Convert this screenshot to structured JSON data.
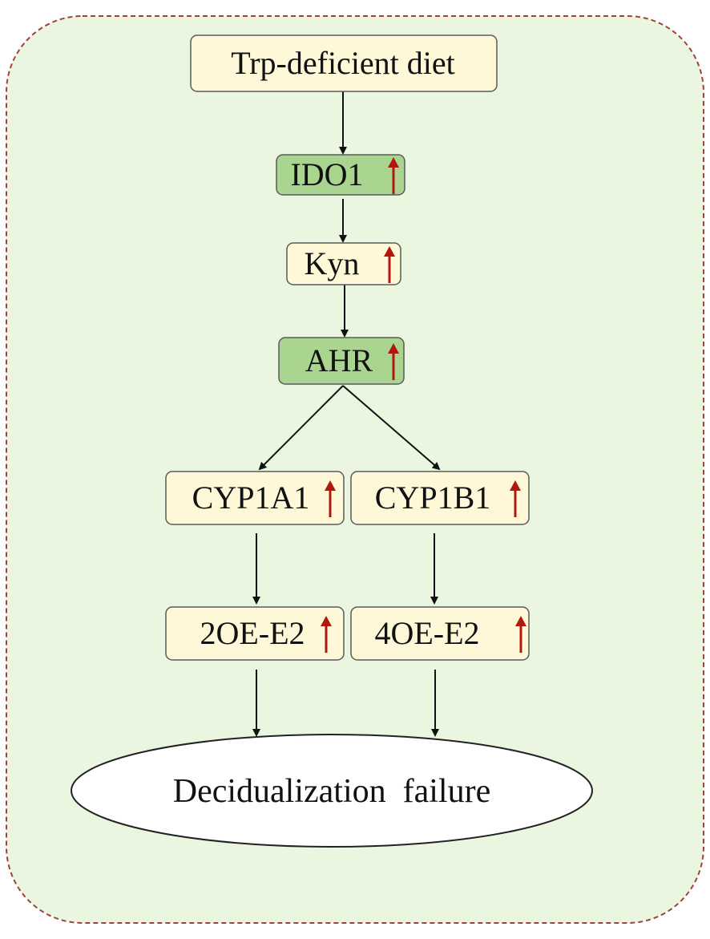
{
  "diagram": {
    "nodes": {
      "trp": {
        "label": "Trp-deficient diet",
        "style": "cream",
        "up": false
      },
      "ido1": {
        "label": "IDO1",
        "style": "green",
        "up": true
      },
      "kyn": {
        "label": "Kyn",
        "style": "cream",
        "up": true
      },
      "ahr": {
        "label": "AHR",
        "style": "green",
        "up": true
      },
      "cyp1a1": {
        "label": "CYP1A1",
        "style": "cream",
        "up": true
      },
      "cyp1b1": {
        "label": "CYP1B1",
        "style": "cream",
        "up": true
      },
      "oe2": {
        "label": "2OE-E2",
        "style": "cream",
        "up": true
      },
      "oe4": {
        "label": "4OE-E2",
        "style": "cream",
        "up": true
      },
      "outcome": {
        "label": "Decidualization  failure",
        "style": "ellipse",
        "up": false
      }
    },
    "edges": [
      {
        "from": "trp",
        "to": "ido1"
      },
      {
        "from": "ido1",
        "to": "kyn"
      },
      {
        "from": "kyn",
        "to": "ahr"
      },
      {
        "from": "ahr",
        "to": "cyp1a1"
      },
      {
        "from": "ahr",
        "to": "cyp1b1"
      },
      {
        "from": "cyp1a1",
        "to": "oe2"
      },
      {
        "from": "cyp1b1",
        "to": "oe4"
      },
      {
        "from": "oe2",
        "to": "outcome"
      },
      {
        "from": "oe4",
        "to": "outcome"
      }
    ],
    "colors": {
      "background": "#ebf6e0",
      "border_dash": "#a0433c",
      "cream_fill": "#fff8d8",
      "green_fill": "#a9d590",
      "box_stroke": "#5a5a5a",
      "arrow": "#111111",
      "up_arrow": "#b0180e",
      "ellipse_fill": "#ffffff"
    }
  }
}
